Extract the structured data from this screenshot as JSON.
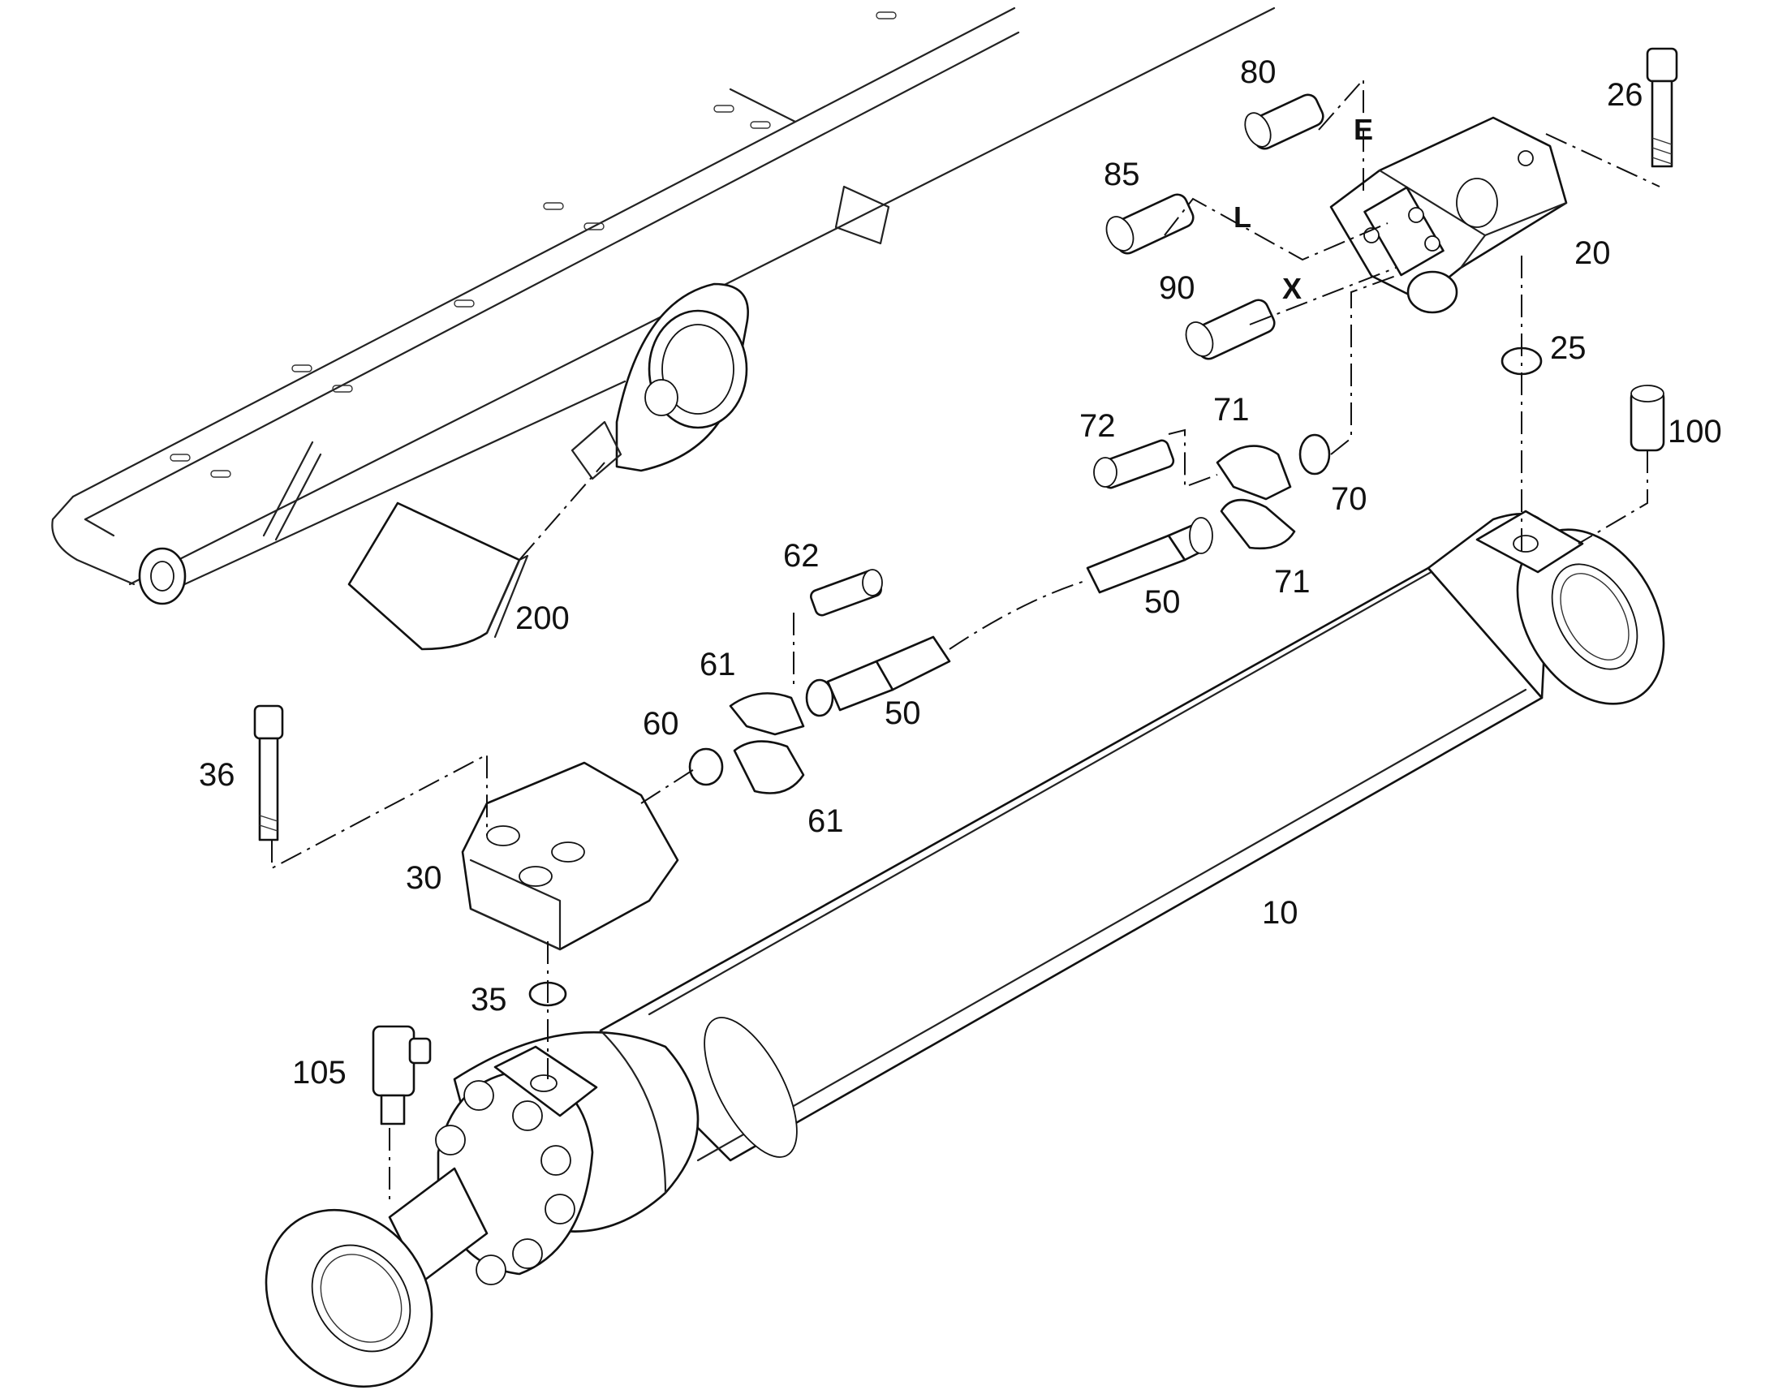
{
  "callouts": {
    "c80": "80",
    "c26": "26",
    "c85": "85",
    "c20": "20",
    "c90": "90",
    "c25": "25",
    "c72": "72",
    "c71a": "71",
    "c70": "70",
    "c100": "100",
    "c50a": "50",
    "c71b": "71",
    "c62": "62",
    "c200": "200",
    "c61a": "61",
    "c50b": "50",
    "c60": "60",
    "c61b": "61",
    "c36": "36",
    "c30": "30",
    "c10": "10",
    "c35": "35",
    "c105": "105"
  },
  "ports": {
    "e": "E",
    "l": "L",
    "x": "X"
  }
}
